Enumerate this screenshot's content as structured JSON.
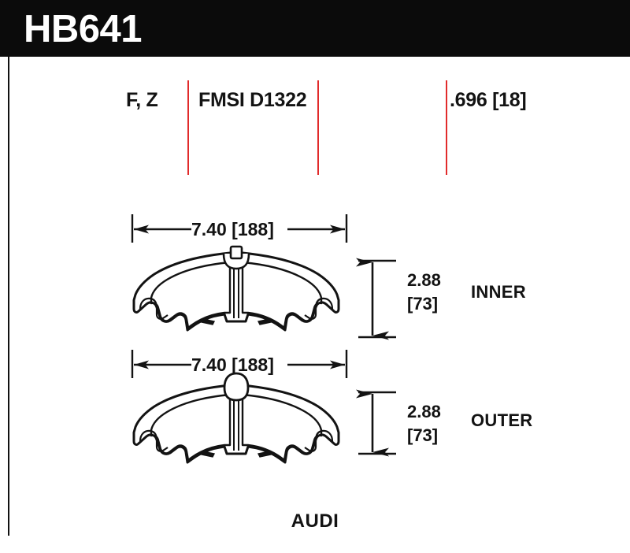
{
  "header": {
    "part_number": "HB641"
  },
  "specs": {
    "compound": "F, Z",
    "fmsi": "FMSI D1322",
    "thickness": ".696 [18]"
  },
  "pads": [
    {
      "position_label": "INNER",
      "width": "7.40 [188]",
      "height_in": "2.88",
      "height_mm": "[73]"
    },
    {
      "position_label": "OUTER",
      "width": "7.40 [188]",
      "height_in": "2.88",
      "height_mm": "[73]"
    }
  ],
  "brand": "AUDI",
  "colors": {
    "header_background": "#0b0b0b",
    "header_text": "#ffffff",
    "divider_red": "#e12b2b",
    "line": "#131313",
    "page_background": "#ffffff"
  }
}
